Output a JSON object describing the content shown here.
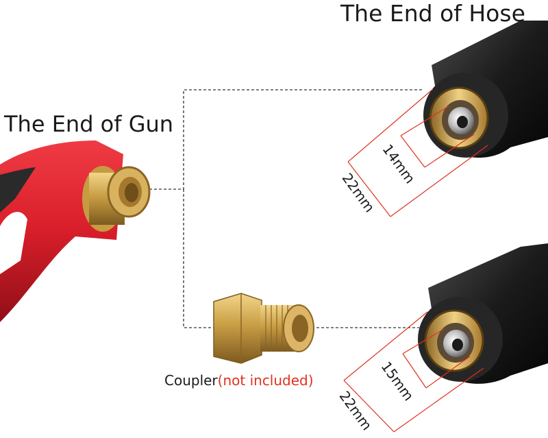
{
  "labels": {
    "hose_end": "The End of Hose",
    "gun_end": "The End of Gun",
    "coupler": "Coupler",
    "coupler_paren_open": "(",
    "coupler_note": "not included",
    "coupler_paren_close": ")"
  },
  "dimensions": {
    "top_inner": "14mm",
    "top_outer": "22mm",
    "bottom_inner": "15mm",
    "bottom_outer": "22mm"
  },
  "colors": {
    "gun_red": "#d81e2a",
    "brass": "#c9a14a",
    "hose_black": "#161616",
    "dimension_line": "#e0301e",
    "note_text": "#e0301e",
    "connector_line": "#333333"
  }
}
